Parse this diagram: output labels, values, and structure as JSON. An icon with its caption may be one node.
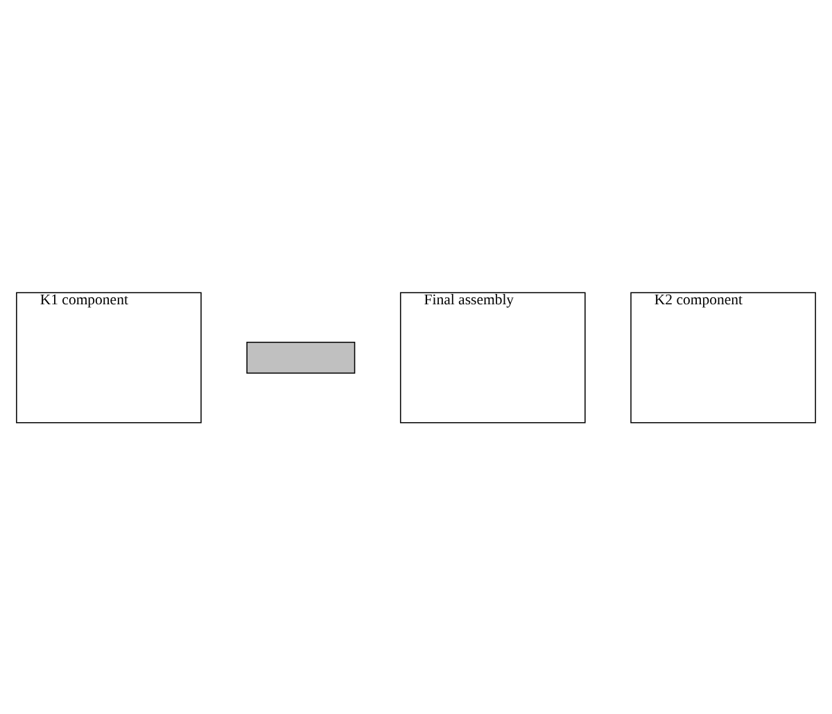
{
  "diagram": {
    "nodes": [
      {
        "text": [
          "K1 component"
        ]
      },
      {
        "text": [],
        "shape": "bar"
      },
      {
        "text": [
          "Final assembly"
        ]
      },
      {
        "text": [
          "K2 component"
        ]
      }
    ]
  }
}
